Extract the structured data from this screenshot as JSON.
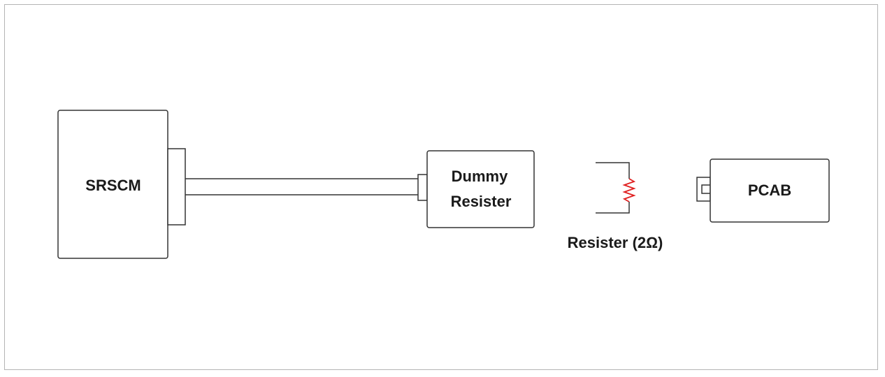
{
  "diagram": {
    "srscm_label": "SRSCM",
    "dummy_resister_line1": "Dummy",
    "dummy_resister_line2": "Resister",
    "resister_label": "Resister (2Ω)",
    "pcab_label": "PCAB",
    "colors": {
      "stroke": "#333333",
      "resistor": "#e02020",
      "frame": "#b4b4b4"
    }
  }
}
